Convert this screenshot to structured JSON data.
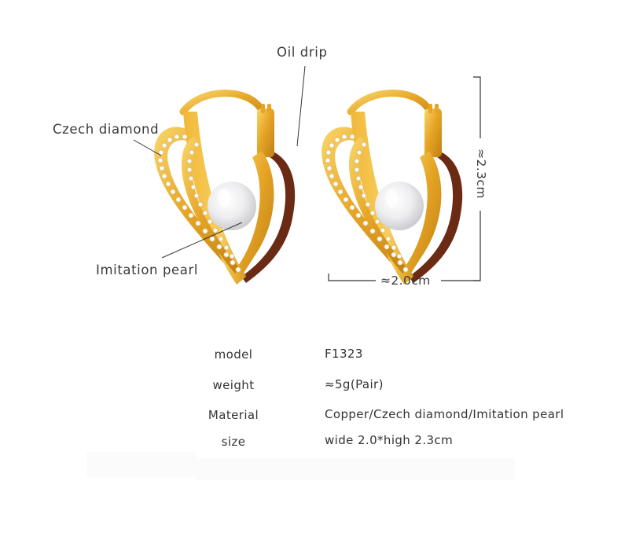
{
  "product": {
    "callouts": {
      "oil_drip": "Oil drip",
      "czech_diamond": "Czech diamond",
      "imitation_pearl": "Imitation pearl"
    },
    "dimensions": {
      "height": "≈2.3cm",
      "width": "≈2.0cm"
    },
    "colors": {
      "gold": "#e6a526",
      "gold_dark": "#c07f12",
      "gold_light": "#f7cf5d",
      "enamel": "#6b2a14",
      "pearl": "#f2f2f4"
    }
  },
  "specs": [
    {
      "label": "model",
      "value": "F1323"
    },
    {
      "label": "weight",
      "value": "≈5g(Pair)"
    },
    {
      "label": "Material",
      "value": "Copper/Czech diamond/Imitation pearl"
    },
    {
      "label": "size",
      "value": "wide 2.0*high 2.3cm"
    }
  ]
}
